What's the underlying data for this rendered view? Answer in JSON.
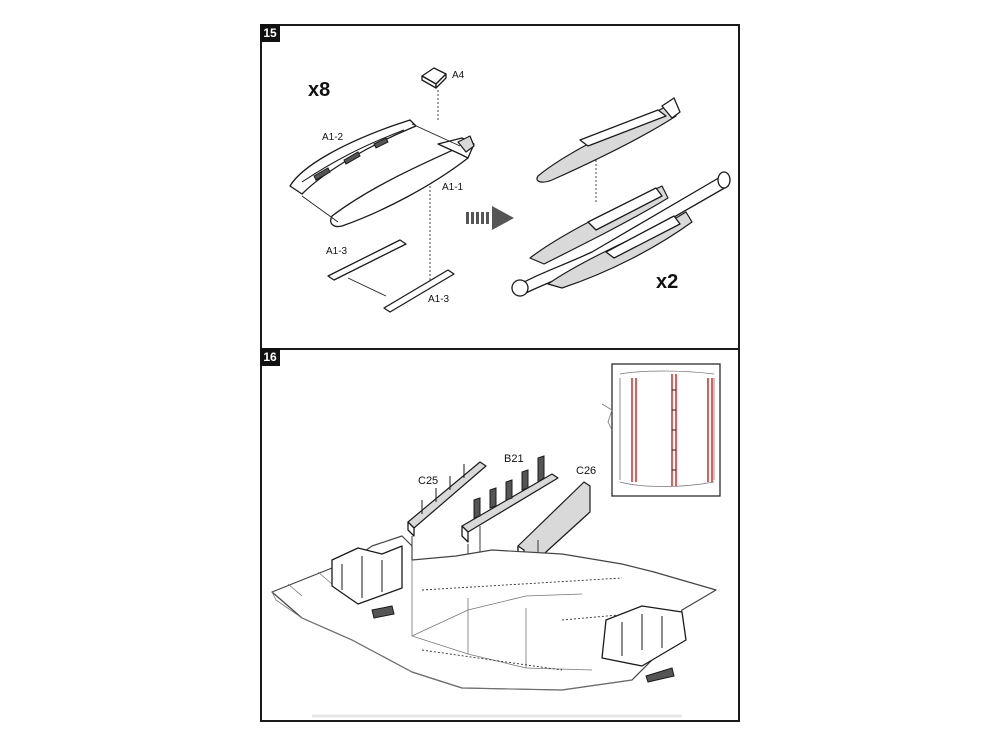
{
  "steps": {
    "step15": {
      "number": "15",
      "multiplier_left": "x8",
      "multiplier_right": "x2",
      "labels": {
        "a4": "A4",
        "a1_2": "A1-2",
        "a1_1": "A1-1",
        "a1_3_top": "A1-3",
        "a1_3_bottom": "A1-3"
      }
    },
    "step16": {
      "number": "16",
      "labels": {
        "c25": "C25",
        "b21": "B21",
        "c26": "C26"
      }
    }
  },
  "colors": {
    "frame": "#1a1a1a",
    "highlight": "#d8362f",
    "arrow": "#555555"
  },
  "icons": {
    "direction_arrow": "striped-right-arrow-icon"
  }
}
